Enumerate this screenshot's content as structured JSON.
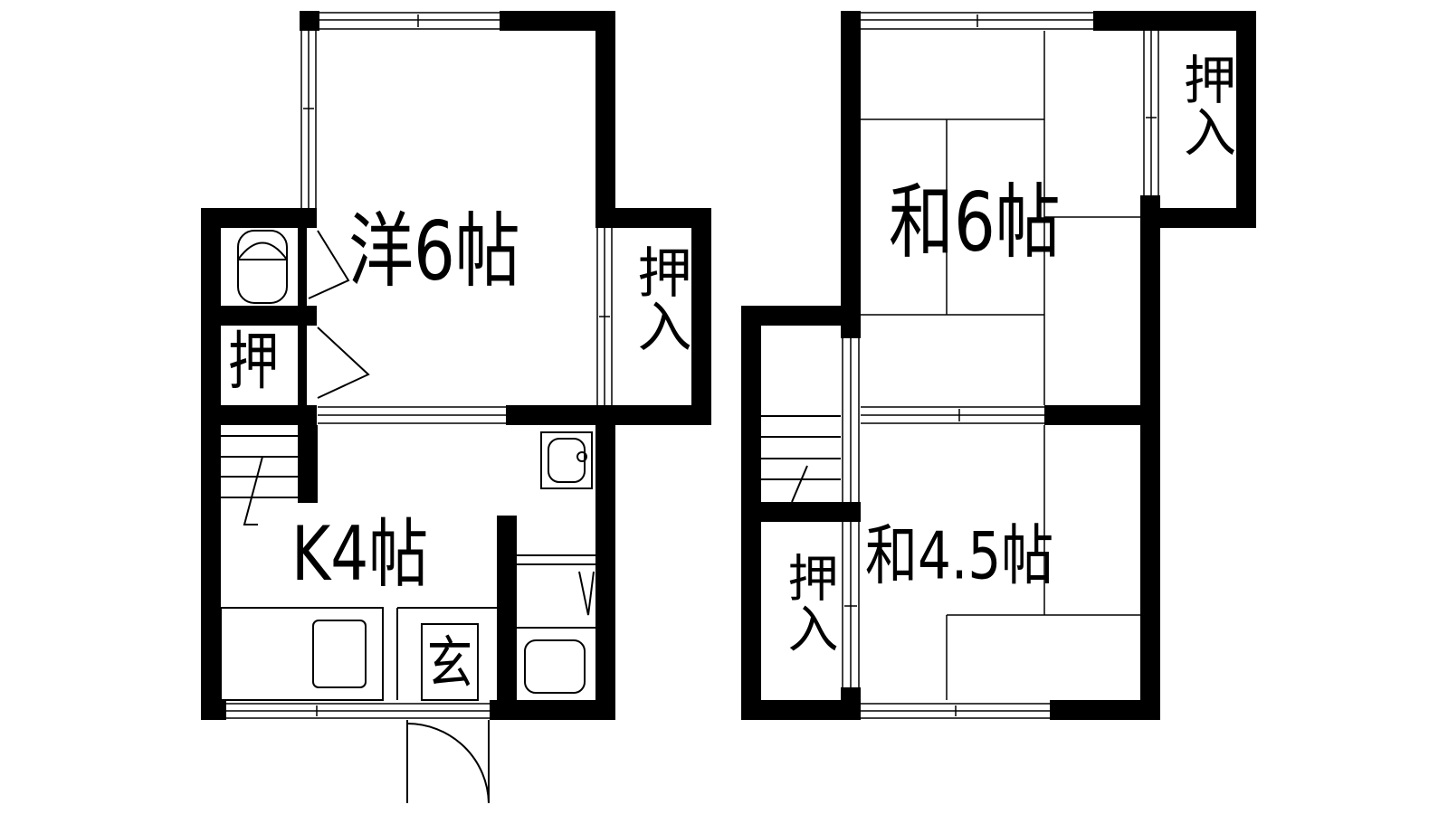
{
  "floor1": {
    "western_room_label": "洋6帖",
    "closet_right_label": "押入",
    "closet_left_label": "押",
    "kitchen_label": "K4帖",
    "entrance_label": "玄"
  },
  "floor2": {
    "japanese_room_6_label": "和6帖",
    "closet_top_right_label": "押入",
    "japanese_room_45_label": "和4.5帖",
    "closet_bottom_left_label": "押入"
  },
  "colors": {
    "walls": "#000000",
    "background": "#ffffff"
  }
}
